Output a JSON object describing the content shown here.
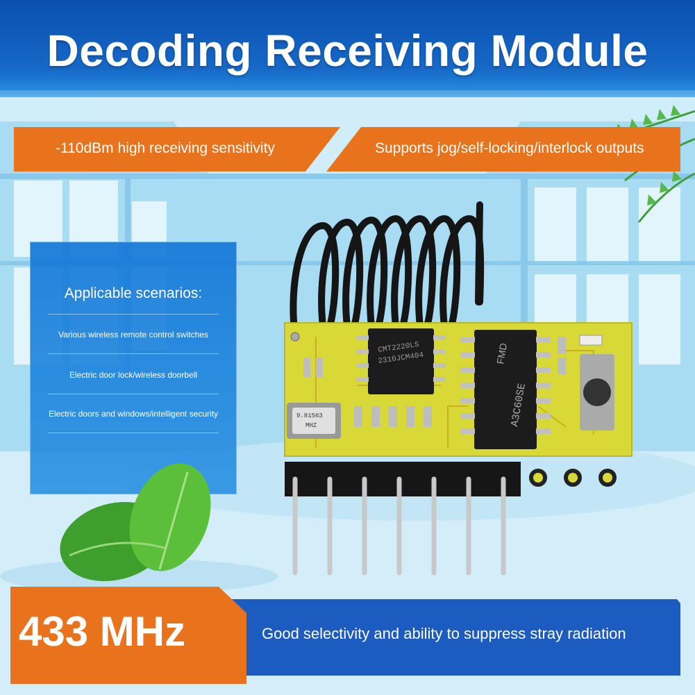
{
  "header": {
    "title": "Decoding Receiving Module"
  },
  "features": [
    {
      "text": "-110dBm high receiving sensitivity"
    },
    {
      "text": "Supports jog/self-locking/interlock outputs"
    }
  ],
  "scenarios": {
    "title": "Applicable scenarios:",
    "items": [
      "Various wireless remote control switches",
      "Electric door lock/wireless doorbell",
      "Electric doors and windows/intelligent security"
    ]
  },
  "chips": {
    "crystal_line1": "9.81563",
    "crystal_line2": "MHZ",
    "ic1_line1": "CMT2220LS",
    "ic1_line2": "2310JCM404",
    "ic2_line1": "FMD",
    "ic2_line2": "A3C60SE"
  },
  "footer": {
    "frequency": "433 MHz",
    "description": "Good selectivity and ability to suppress stray radiation"
  },
  "colors": {
    "accent_orange": "#e8731c",
    "primary_blue": "#1a6fcf",
    "board_yellow": "#d8d836"
  }
}
